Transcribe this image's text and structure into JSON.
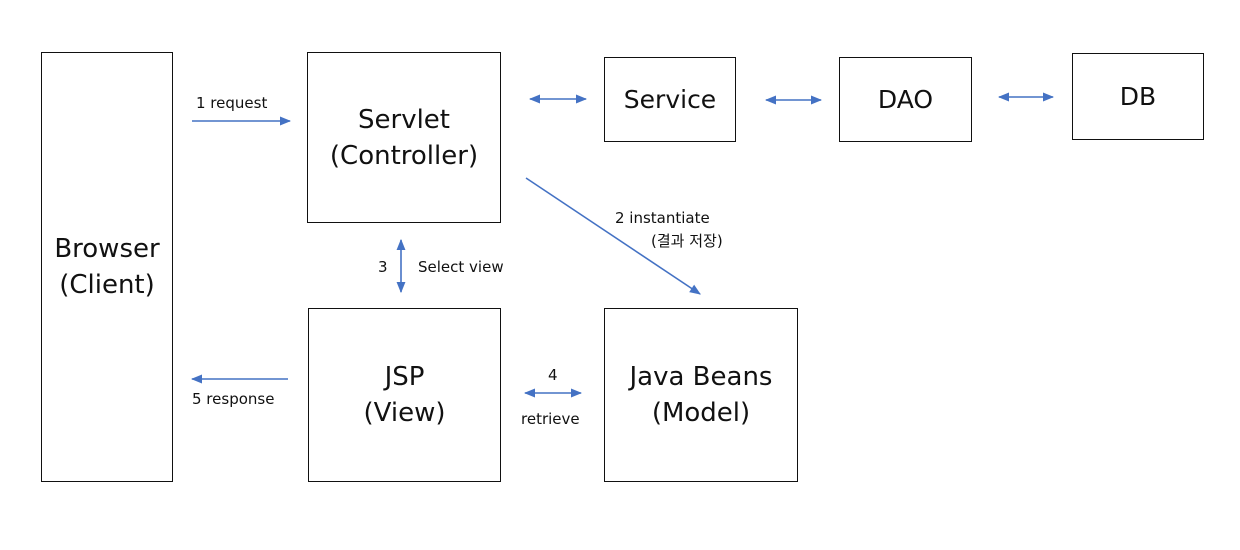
{
  "boxes": {
    "browser": "Browser\n(Client)",
    "servlet": "Servlet\n(Controller)",
    "service": "Service",
    "dao": "DAO",
    "db": "DB",
    "jsp": "JSP\n(View)",
    "javabeans": "Java Beans\n(Model)"
  },
  "labels": {
    "request": "1 request",
    "instantiate_line1": "2 instantiate",
    "instantiate_line2": "(결과 저장)",
    "select_view_num": "3",
    "select_view": "Select view",
    "retrieve_num": "4",
    "retrieve": "retrieve",
    "response": "5 response"
  },
  "colors": {
    "arrow": "#4472c4",
    "border": "#111111",
    "text": "#111111"
  }
}
